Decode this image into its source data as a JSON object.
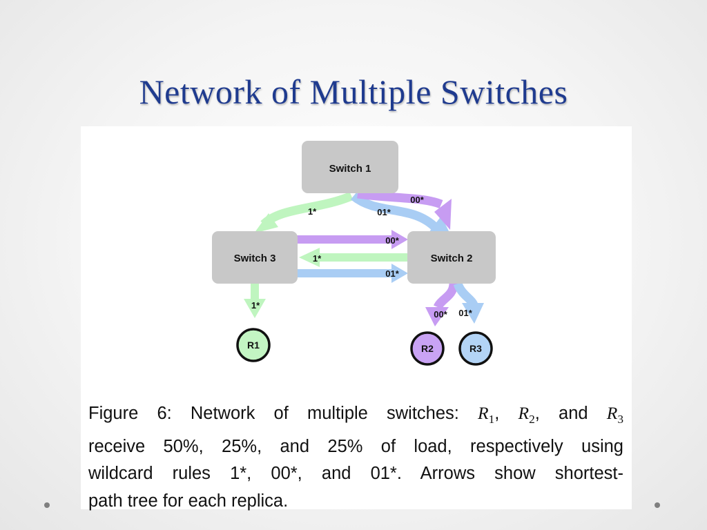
{
  "slide": {
    "title": "Network of Multiple Switches"
  },
  "diagram": {
    "nodes": {
      "switch1": "Switch 1",
      "switch2": "Switch 2",
      "switch3": "Switch 3",
      "r1": "R1",
      "r2": "R2",
      "r3": "R3"
    },
    "edge_labels": {
      "s1_s3": "1*",
      "s1_s2_00": "00*",
      "s1_s2_01": "01*",
      "s3_s2_00": "00*",
      "s2_s3_1": "1*",
      "s3_s2_01": "01*",
      "s3_r1": "1*",
      "s2_r2": "00*",
      "s2_r3": "01*"
    },
    "colors": {
      "green": "#bff5bf",
      "purple": "#c79cf2",
      "blue": "#a9cdf4",
      "switch_fill": "#c8c8c8",
      "r1_fill": "#c3f5c3",
      "r2_fill": "#c9a3f4",
      "r3_fill": "#b3d4f6"
    }
  },
  "caption": {
    "l1_a": "Figure 6:  Network of multiple switches: ",
    "r1_sym": "R",
    "r1_sub": "1",
    "sep1": ", ",
    "r2_sym": "R",
    "r2_sub": "2",
    "sep2": ", and ",
    "r3_sym": "R",
    "r3_sub": "3",
    "l2": "receive 50%, 25%, and 25% of load, respectively using",
    "l3": "wildcard rules 1*, 00*, and 01*.  Arrows show shortest-",
    "l4": "path tree for each replica."
  }
}
